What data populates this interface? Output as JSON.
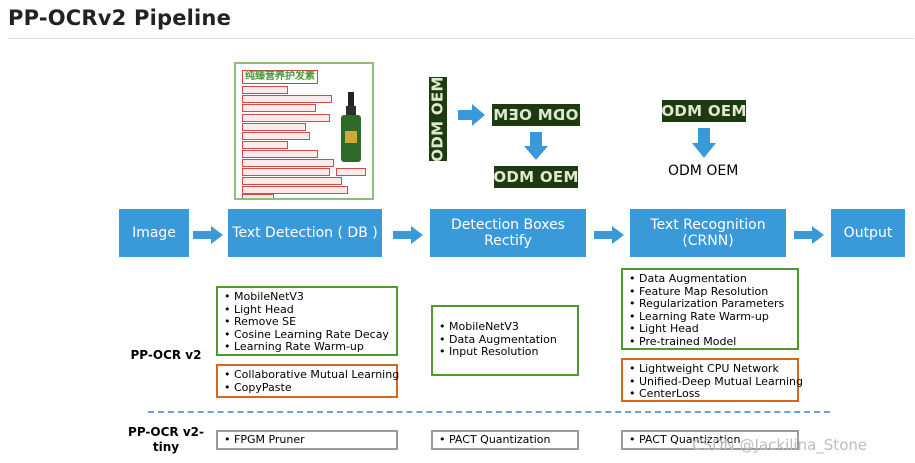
{
  "title": "PP-OCRv2 Pipeline",
  "stages": {
    "image": "Image",
    "text_detection": "Text Detection ( DB )",
    "rectify_line1": "Detection Boxes",
    "rectify_line2": "Rectify",
    "recognition_line1": "Text Recognition",
    "recognition_line2": "(CRNN)",
    "output": "Output"
  },
  "examples": {
    "document_header": "纯臻营养护发素",
    "crop_text": "ODM OEM",
    "rectified_text": "ODM OEM",
    "recognition_input_text": "ODM OEM",
    "recognition_output_text": "ODM OEM"
  },
  "rows": {
    "v2_label": "PP-OCR v2",
    "tiny_label_line1": "PP-OCR v2-",
    "tiny_label_line2": "tiny"
  },
  "detection_green": [
    "MobileNetV3",
    "Light Head",
    "Remove SE",
    "Cosine Learning Rate Decay",
    "Learning Rate Warm-up"
  ],
  "detection_orange": [
    "Collaborative Mutual Learning",
    "CopyPaste"
  ],
  "rectify_green": [
    "MobileNetV3",
    "Data Augmentation",
    "Input Resolution"
  ],
  "recognition_green": [
    "Data Augmentation",
    "Feature Map Resolution",
    "Regularization Parameters",
    "Learning Rate Warm-up",
    "Light Head",
    "Pre-trained Model"
  ],
  "recognition_orange": [
    "Lightweight CPU Network",
    "Unified-Deep Mutual Learning",
    "CenterLoss"
  ],
  "tiny": {
    "detection": "FPGM Pruner",
    "rectify": "PACT Quantization",
    "recognition": "PACT Quantization"
  },
  "watermark": "CSDN @Jackilina_Stone",
  "colors": {
    "stage_fill": "#3a9ad9",
    "arrow": "#3a9ad9",
    "green_border": "#4e9a2e",
    "orange_border": "#d9661c",
    "gray_border": "#9a9a9a",
    "divider": "#6f9fd8"
  }
}
